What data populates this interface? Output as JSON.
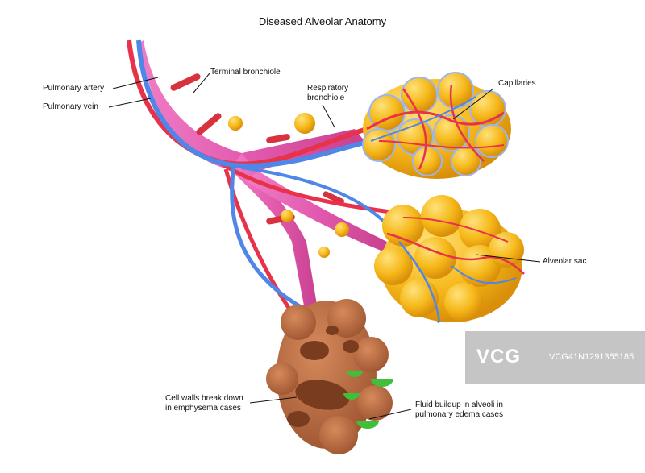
{
  "title": "Diseased Alveolar Anatomy",
  "labels": {
    "pulmonary_artery": "Pulmonary artery",
    "pulmonary_vein": "Pulmonary vein",
    "terminal_bronchiole": "Terminal bronchiole",
    "respiratory_bronchiole_1": "Respiratory",
    "respiratory_bronchiole_2": "bronchiole",
    "capillaries": "Capillaries",
    "alveolar_sac": "Alveolar sac",
    "cell_walls_1": "Cell walls break down",
    "cell_walls_2": "in emphysema cases",
    "fluid_1": "Fluid buildup in alveoli in",
    "fluid_2": "pulmonary edema cases"
  },
  "watermark": {
    "logo": "VCG",
    "id": "VCG41N1291355185"
  },
  "colors": {
    "bronchiole": "#e35bb0",
    "artery": "#e8324a",
    "vein": "#4f86e8",
    "alveoli": "#f5b81a",
    "diseased": "#b5683f",
    "fluid": "#3fbf3a"
  }
}
